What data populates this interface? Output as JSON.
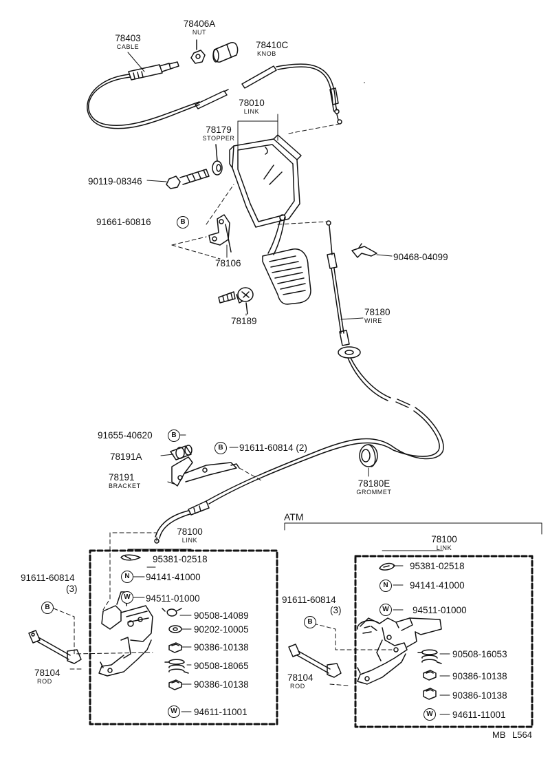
{
  "parts": {
    "cable": {
      "number": "78403",
      "name": "CABLE"
    },
    "nut": {
      "number": "78406A",
      "name": "NUT"
    },
    "knob": {
      "number": "78410C",
      "name": "KNOB"
    },
    "link_top": {
      "number": "78010",
      "name": "LINK"
    },
    "stopper": {
      "number": "78179",
      "name": "STOPPER"
    },
    "bolt": {
      "number": "90119-08346"
    },
    "bolt_b": {
      "number": "91661-60816",
      "symbol": "B"
    },
    "bracket_small": {
      "number": "78106"
    },
    "clip": {
      "number": "90468-04099"
    },
    "stop_bolt": {
      "number": "78189"
    },
    "wire": {
      "number": "78180",
      "name": "WIRE"
    },
    "bolt_b2": {
      "number": "91655-40620",
      "symbol": "B"
    },
    "bolt_b3": {
      "number": "91611-60814 (2)",
      "symbol": "B"
    },
    "part_78191a": {
      "number": "78191A"
    },
    "bracket": {
      "number": "78191",
      "name": "BRACKET"
    },
    "grommet": {
      "number": "78180E",
      "name": "GROMMET"
    }
  },
  "mt_link": {
    "number": "78100",
    "name": "LINK",
    "items": [
      {
        "number": "95381-02518",
        "symbol": ""
      },
      {
        "number": "94141-41000",
        "symbol": "N"
      },
      {
        "number": "94511-01000",
        "symbol": "W"
      },
      {
        "number": "90508-14089",
        "symbol": ""
      },
      {
        "number": "90202-10005",
        "symbol": ""
      },
      {
        "number": "90386-10138",
        "symbol": ""
      },
      {
        "number": "90508-18065",
        "symbol": ""
      },
      {
        "number": "90386-10138",
        "symbol": ""
      },
      {
        "number": "94611-11001",
        "symbol": "W"
      }
    ],
    "bolt": {
      "number": "91611-60814",
      "qty": "(3)",
      "symbol": "B"
    },
    "rod": {
      "number": "78104",
      "name": "ROD"
    }
  },
  "atm": {
    "label": "ATM",
    "number": "78100",
    "name": "LINK",
    "items": [
      {
        "number": "95381-02518",
        "symbol": ""
      },
      {
        "number": "94141-41000",
        "symbol": "N"
      },
      {
        "number": "94511-01000",
        "symbol": "W"
      },
      {
        "number": "90508-16053",
        "symbol": ""
      },
      {
        "number": "90386-10138",
        "symbol": ""
      },
      {
        "number": "90386-10138",
        "symbol": ""
      },
      {
        "number": "94611-11001",
        "symbol": "W"
      }
    ],
    "bolt": {
      "number": "91611-60814",
      "qty": "(3)",
      "symbol": "B"
    },
    "rod": {
      "number": "78104",
      "name": "ROD"
    }
  },
  "footer": {
    "code1": "MB",
    "code2": "L564"
  }
}
